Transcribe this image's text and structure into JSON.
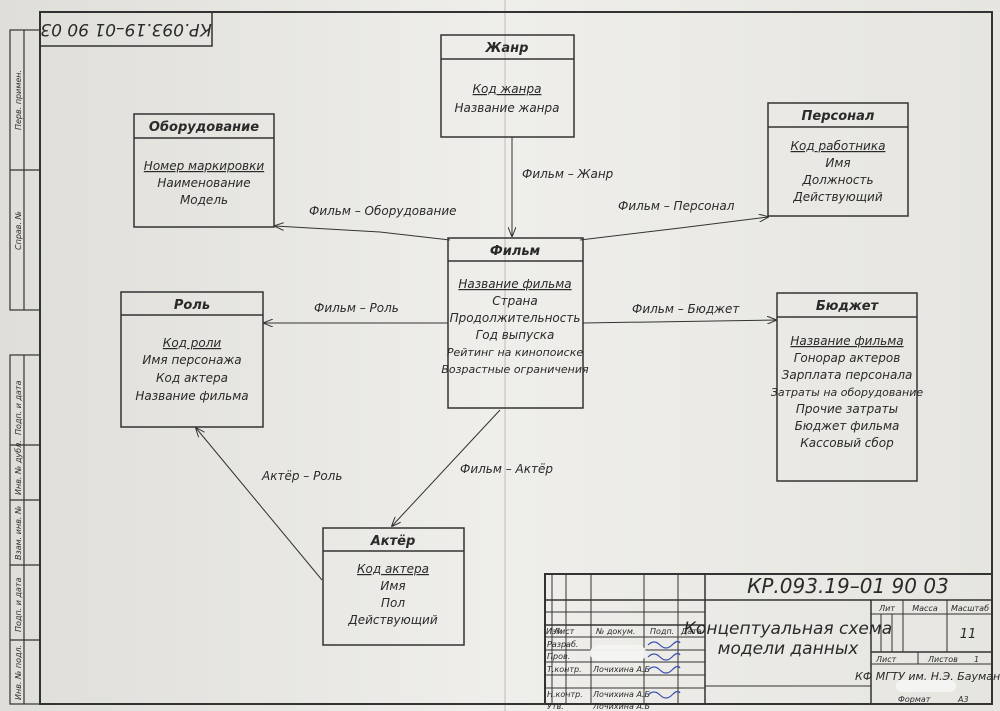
{
  "code": "КР.093.19–01 90 03",
  "stamp_code": "КР.093.19–01 90 03",
  "entities": {
    "genre": {
      "title": "Жанр",
      "attrs": [
        "Код жанра",
        "Название жанра"
      ]
    },
    "equipment": {
      "title": "Оборудование",
      "attrs": [
        "Номер маркировки",
        "Наименование",
        "Модель"
      ]
    },
    "staff": {
      "title": "Персонал",
      "attrs": [
        "Код работника",
        "Имя",
        "Должность",
        "Действующий"
      ]
    },
    "film": {
      "title": "Фильм",
      "attrs": [
        "Название фильма",
        "Страна",
        "Продолжительность",
        "Год выпуска",
        "Рейтинг на кинопоиске",
        "Возрастные ограничения"
      ]
    },
    "role": {
      "title": "Роль",
      "attrs": [
        "Код роли",
        "Имя персонажа",
        "Код актера",
        "Название фильма"
      ]
    },
    "budget": {
      "title": "Бюджет",
      "attrs": [
        "Название фильма",
        "Гонорар актеров",
        "Зарплата персонала",
        "Затраты на оборудование",
        "Прочие затраты",
        "Бюджет фильма",
        "Кассовый сбор"
      ]
    },
    "actor": {
      "title": "Актёр",
      "attrs": [
        "Код актера",
        "Имя",
        "Пол",
        "Действующий"
      ]
    }
  },
  "relations": {
    "film_genre": "Фильм – Жанр",
    "film_equipment": "Фильм – Оборудование",
    "film_staff": "Фильм – Персонал",
    "film_role": "Фильм – Роль",
    "film_budget": "Фильм – Бюджет",
    "actor_role": "Актёр – Роль",
    "film_actor": "Фильм – Актёр"
  },
  "title_block": {
    "doc_code": "КР.093.19–01 90 03",
    "title_line1": "Концептуальная схема",
    "title_line2": "модели данных",
    "col_lit": "Лит",
    "col_mass": "Масса",
    "col_scale": "Масштаб",
    "scale_value": "11",
    "sheet_label": "Лист",
    "sheets_label": "Листов",
    "sheets_value": "1",
    "org": "КФ МГТУ им. Н.Э. Баумана",
    "format_label": "Формат",
    "format_value": "А3",
    "hdr_izm": "Изм",
    "hdr_list": "Лист",
    "hdr_doc": "№ докум.",
    "hdr_sign": "Подп.",
    "hdr_date": "Дата",
    "row_razrab": "Разраб.",
    "row_prov": "Пров.",
    "row_tkontr": "Т.контр.",
    "row_nkontr": "Н.контр.",
    "row_utv": "Утв.",
    "name_lochikhina_1": "Лочихина А.Б",
    "name_lochikhina_2": "Лочихина А.Б",
    "name_lochikhina_3": "Лочихина А.Б"
  },
  "side_labels": {
    "perv_primen": "Перв. примен.",
    "sprav_no": "Справ. №",
    "podp_data_1": "Подп. и дата",
    "inv_dubl": "Инв. № дубл.",
    "vzam_inv": "Взам. инв. №",
    "podp_data_2": "Подп. и дата",
    "inv_podl": "Инв. № подл."
  }
}
